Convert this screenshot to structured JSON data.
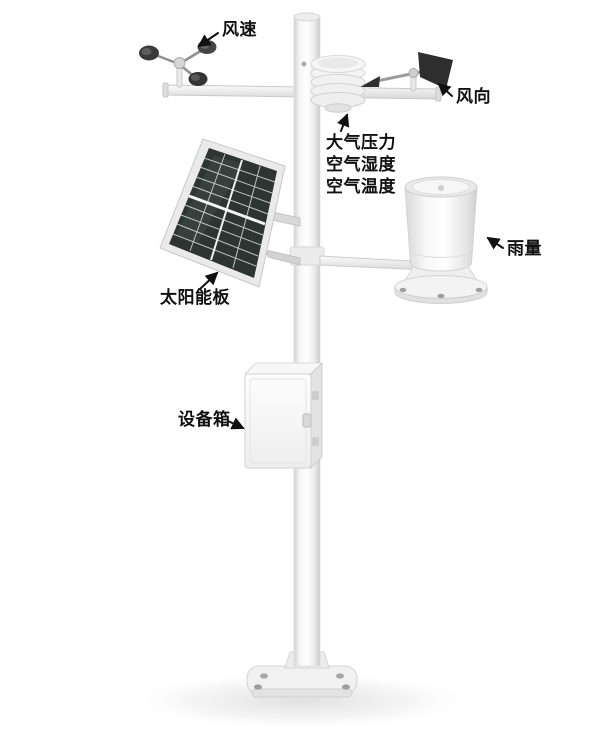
{
  "diagram": {
    "name": "automatic-weather-station",
    "background": "#ffffff",
    "labels": {
      "wind_speed": "风速",
      "wind_direction": "风向",
      "pressure": "大气压力",
      "humidity": "空气湿度",
      "temperature": "空气温度",
      "rainfall": "雨量",
      "solar_panel": "太阳能板",
      "equipment_box": "设备箱"
    },
    "colors": {
      "label_text": "#111111",
      "arrow": "#111111",
      "solar_cell": "#2c3531",
      "dark_component": "#2e2e2e",
      "structure_light": "#f4f4f4",
      "structure_shadow": "#d8d8d8"
    }
  }
}
